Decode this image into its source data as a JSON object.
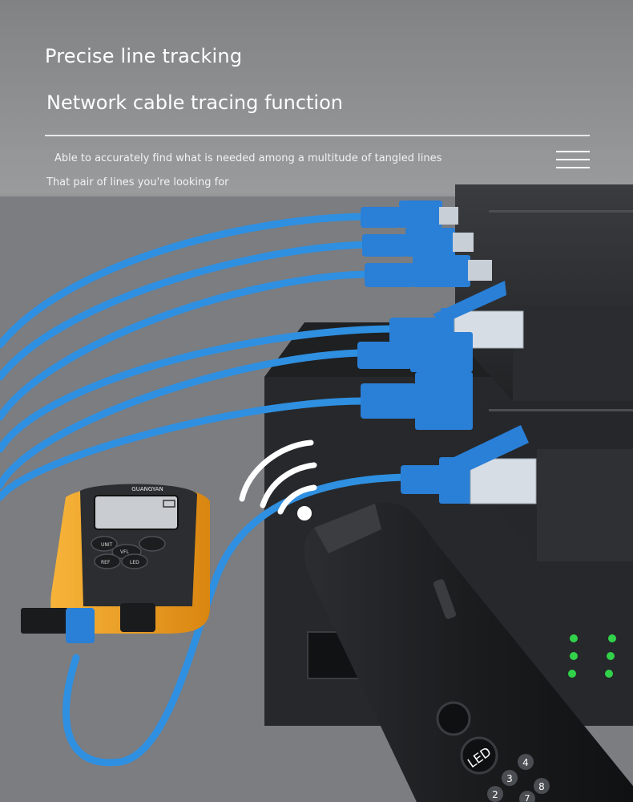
{
  "header": {
    "headline": "Precise line tracking",
    "subheadline": "Network cable tracing function",
    "description_line1": "Able to accurately find what is needed among a multitude of tangled lines",
    "description_line2": "That pair of lines you're looking for"
  },
  "tester": {
    "brand": "GUANGYAN",
    "keys": [
      "UNIT",
      "VFL",
      "REF",
      "LED"
    ]
  },
  "probe": {
    "led_button_label": "LED",
    "keypad_digits": [
      "4",
      "3",
      "8",
      "2",
      "7"
    ]
  },
  "colors": {
    "cable_blue": "#2f8fe0",
    "connector_blue": "#2a7fd6",
    "tester_orange": "#f0a020",
    "device_body": "#2a2c2f",
    "text_white": "#ffffff",
    "status_led_green": "#31d24a"
  },
  "icons": [
    "signal-waves-icon",
    "menu-icon",
    "battery-icon"
  ]
}
